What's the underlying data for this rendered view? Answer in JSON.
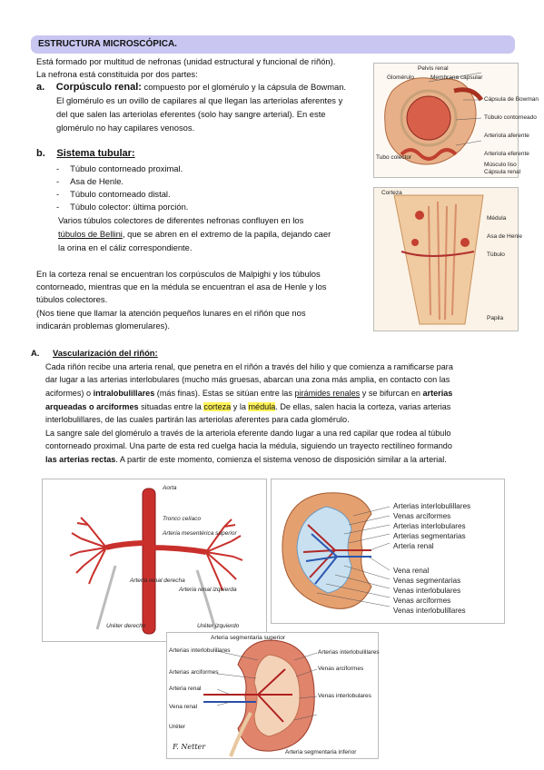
{
  "section_title": "ESTRUCTURA MICROSCÓPICA.",
  "intro": {
    "line1": "Está formado por multitud de nefronas (unidad estructural y funcional de riñón).",
    "line2": "La nefrona está constituida por dos partes:"
  },
  "part_a": {
    "marker": "a.",
    "heading": "Corpúsculo renal:",
    "text1": " compuesto por el glomérulo y la cápsula de Bowman.",
    "lines": [
      "El glomérulo es un ovillo de capilares al que llegan las arteriolas aferentes y",
      "del que salen las arteriolas eferentes (solo hay sangre arterial). En este",
      "glomérulo no hay capilares venosos."
    ]
  },
  "part_b": {
    "marker": "b.",
    "heading": "Sistema tubular:",
    "items": [
      "Túbulo contorneado proximal.",
      "Asa de Henle.",
      "Túbulo contorneado distal.",
      "Túbulo colector: última porción."
    ],
    "bullet": "-",
    "para1": "Varios túbulos colectores de diferentes nefronas confluyen en los",
    "para2_u": "túbulos de Bellini",
    "para2_rest": ", que se abren en el extremo de la papila, dejando caer",
    "para3": "la orina en el cáliz correspondiente."
  },
  "cortex_para": [
    "En la corteza renal se encuentran los corpúsculos de Malpighi y los túbulos",
    "contorneado, mientras que en la médula se encuentran el asa de Henle y los",
    "túbulos colectores.",
    "(Nos tiene que llamar la atención pequeños lunares en el riñón que nos",
    "indicarán problemas glomerulares)."
  ],
  "section_a": {
    "marker": "A.",
    "heading": "Vascularización del riñón:",
    "p1_l1": "Cada riñón recibe una arteria renal, que penetra en el riñón a través del hilio y que comienza a ramificarse para",
    "p1_l2": "dar lugar a las arterias interlobulares (mucho más gruesas, abarcan una zona más amplia, en contacto con las",
    "p1_l3a": "aciformes) o ",
    "p1_l3b": "intralobulillares",
    "p1_l3c": " (más finas). Estas se sitúan entre las ",
    "p1_l3d": "pirámides renales",
    "p1_l3e": " y se bifurcan en ",
    "p1_l3f": "arterias",
    "p1_l4a": "arqueadas o arciformes",
    "p1_l4b": " situadas entre la ",
    "p1_l4c": "corteza",
    "p1_l4d": " y la ",
    "p1_l4e": "médula",
    "p1_l4f": ". De ellas, salen hacia la corteza, varias arterias",
    "p1_l5": "interlobulillares, de las cuales partirán las arteriolas aferentes para cada glomérulo.",
    "p2_l1": "La sangre sale del glomérulo a través de la arteriola eferente dando lugar a una red capilar que rodea al túbulo",
    "p2_l2": "contorneado proximal. Una parte de esta red cuelga hacia la médula, siguiendo un trayecto rectilíneo formando",
    "p2_l3a": "las arterias rectas",
    "p2_l3b": ". A partir de este momento, comienza el sistema venoso de disposición similar a la arterial."
  },
  "fig1_labels": [
    "Pelvis renal",
    "Glomérulo",
    "Membrana capsular",
    "Cápsula de Bowman",
    "Túbulo contorneado",
    "Arteriola aferente",
    "Arteriola eferente",
    "Tubo colector",
    "Músculo liso",
    "Cápsula renal"
  ],
  "fig2_labels": [
    "Corteza",
    "Médula",
    "Papila",
    "Asa de Henle",
    "Túbulo"
  ],
  "fig3_labels": [
    "Aorta",
    "Tronco celíaco",
    "Arteria mesentérica superior",
    "Arteria renal derecha",
    "Arteria renal izquierda",
    "Uréter derecho",
    "Uréter izquierdo"
  ],
  "fig4_labels": [
    "Arterias interlobulillares",
    "Venas arciformes",
    "Arterias interlobulares",
    "Arterias segmentarias",
    "Arteria renal",
    "Vena renal",
    "Venas segmentarias",
    "Venas interlobulares",
    "Venas arciformes",
    "Venas interlobulillares"
  ],
  "fig5_labels": [
    "Arteria segmentaria superior",
    "Arterias interlobulillares",
    "Arterias arciformes",
    "Arteria renal",
    "Vena renal",
    "Uréter",
    "Venas arciformes",
    "Venas interlobulares",
    "Arteria segmentaria inferior"
  ],
  "signature": "F. Netter",
  "colors": {
    "banner": "#c9c6f2",
    "highlight": "#fff35a"
  }
}
